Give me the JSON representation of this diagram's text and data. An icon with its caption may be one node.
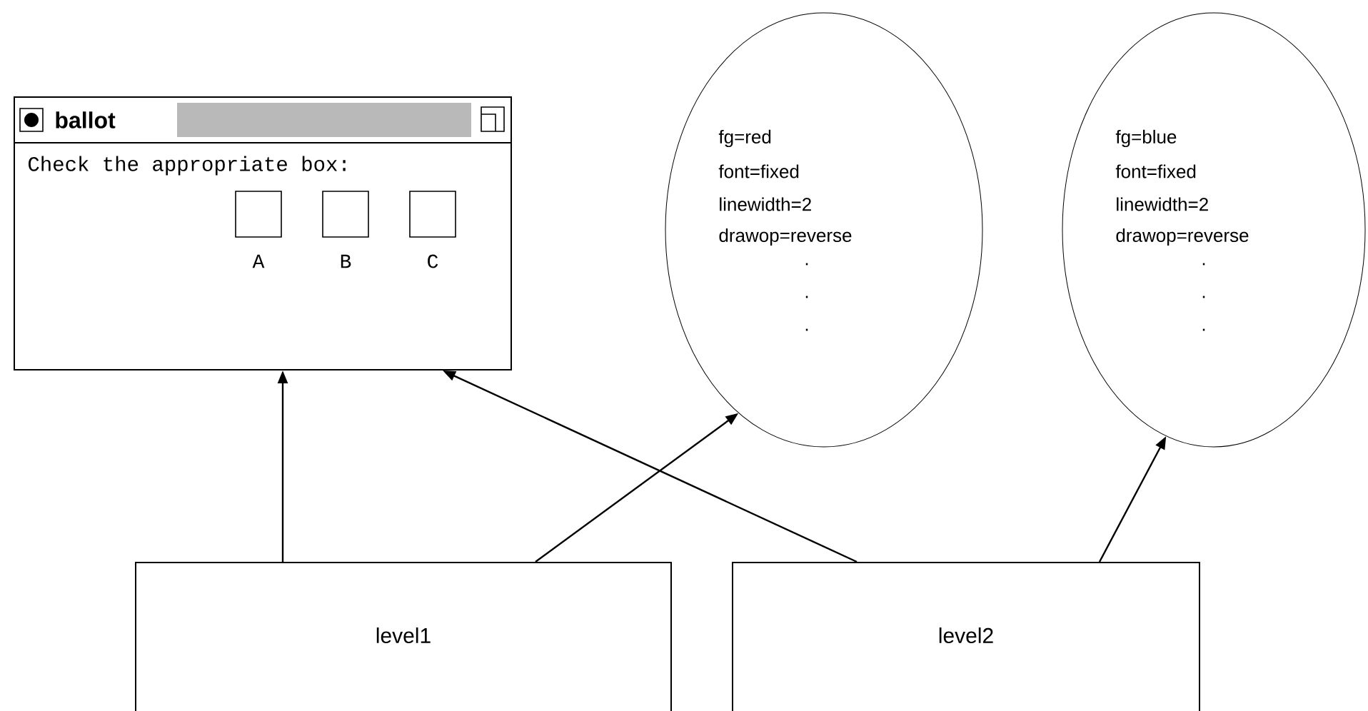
{
  "diagram": {
    "nodes": [
      {
        "text": [
          "ballot",
          "Check the appropriate box:"
        ]
      },
      {
        "text": [],
        "shape": "box",
        "in": 0,
        "beside": [
          "A"
        ]
      },
      {
        "text": [],
        "shape": "box",
        "in": 0,
        "beside": [
          "B"
        ]
      },
      {
        "text": [],
        "shape": "box",
        "in": 0,
        "beside": [
          "C"
        ]
      },
      {
        "text": [
          "fg=red",
          "font=fixed",
          "linewidth=2",
          "drawop=reverse",
          ".",
          ".",
          "."
        ]
      },
      {
        "text": [
          "fg=blue",
          "font=fixed",
          "linewidth=2",
          "drawop=reverse",
          ".",
          ".",
          "."
        ]
      },
      {
        "text": [
          "level1"
        ]
      },
      {
        "text": [
          "level2"
        ]
      }
    ],
    "edges": [
      {
        "from": 6,
        "to": 0,
        "arrow": "to"
      },
      {
        "from": 6,
        "to": 4,
        "arrow": "to"
      },
      {
        "from": 7,
        "to": 0,
        "arrow": "to"
      },
      {
        "from": 7,
        "to": 5,
        "arrow": "to"
      }
    ]
  }
}
